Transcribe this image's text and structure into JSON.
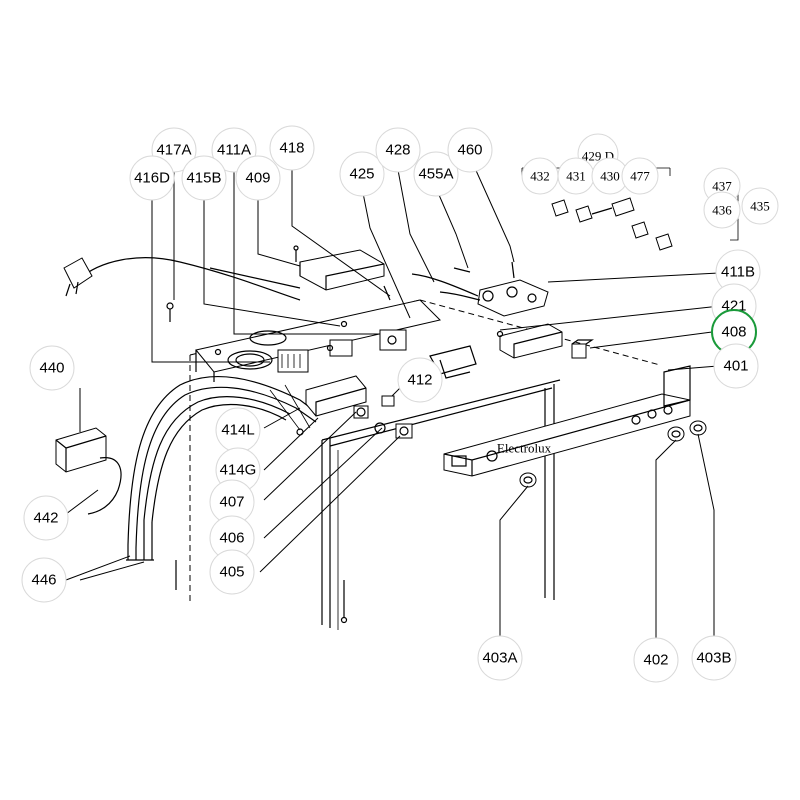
{
  "accent": "#1a9a3a",
  "labels": {
    "l417A": "417A",
    "l411A": "411A",
    "l418": "418",
    "l416D": "416D",
    "l415B": "415B",
    "l409": "409",
    "l425": "425",
    "l428": "428",
    "l455A": "455A",
    "l460": "460",
    "l429D": "429 D",
    "l432": "432",
    "l431": "431",
    "l430": "430",
    "l477": "477",
    "l437": "437",
    "l436": "436",
    "l435": "435",
    "l411B": "411B",
    "l421": "421",
    "l408": "408",
    "l401": "401",
    "l440": "440",
    "l412": "412",
    "l414L": "414L",
    "l414G": "414G",
    "l407": "407",
    "l406": "406",
    "l405": "405",
    "l442": "442",
    "l446": "446",
    "l403A": "403A",
    "l402": "402",
    "l403B": "403B"
  },
  "panel_brand": "Electrolux"
}
